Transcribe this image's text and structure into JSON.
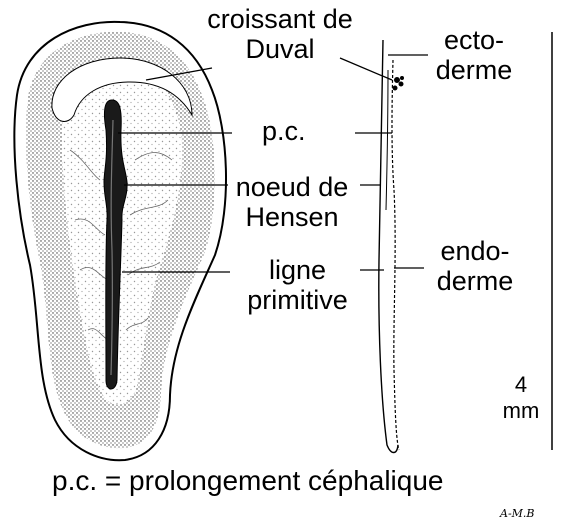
{
  "labels": {
    "croissant_line1": "croissant de",
    "croissant_line2": "Duval",
    "ecto_line1": "ecto-",
    "ecto_line2": "derme",
    "pc": "p.c.",
    "noeud_line1": "noeud de",
    "noeud_line2": "Hensen",
    "endo_line1": "endo-",
    "endo_line2": "derme",
    "ligne_line1": "ligne",
    "ligne_line2": "primitive",
    "scale_value": "4",
    "scale_unit": "mm"
  },
  "caption": "p.c. =  prolongement céphalique",
  "signature": "A-M.B",
  "colors": {
    "ink": "#000000",
    "background": "#ffffff"
  }
}
